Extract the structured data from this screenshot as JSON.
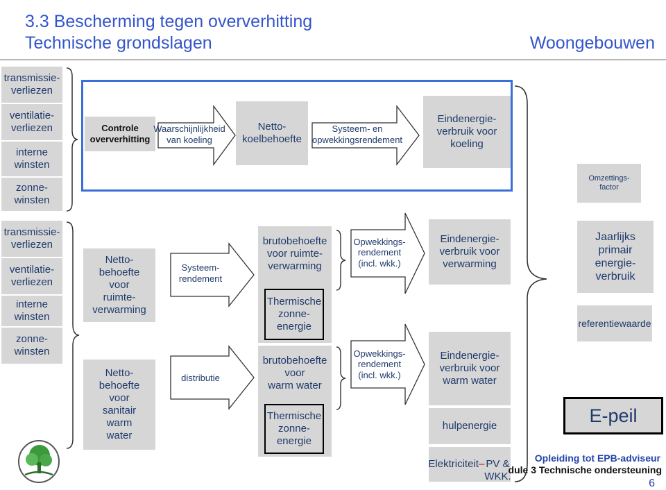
{
  "header": {
    "title_line1": "3.3  Bescherming tegen oververhitting",
    "title_line2": "Technische grondslagen",
    "subtitle": "Woongebouwen"
  },
  "top_section": {
    "inputs": [
      "transmissie-\nverliezen",
      "ventilatie-\nverliezen",
      "interne\nwinsten",
      "zonne-\nwinsten"
    ],
    "control": "Controle\noververhitting",
    "probability_arrow": "Waarschijnlijkheid\nvan koeling",
    "net_cooling": "Netto-\nkoelbehoefte",
    "system_arrow": "Systeem- en\nopwekkingsrendement",
    "final_energy_cooling": "Eindenergie-\nverbruik voor\nkoeling",
    "conversion_factor": "Omzettings-\nfactor"
  },
  "bottom_section": {
    "inputs": [
      "transmissie-\nverliezen",
      "ventilatie-\nverliezen",
      "interne\nwinsten",
      "zonne-\nwinsten"
    ],
    "net_heating": "Netto-\nbehoefte\nvoor\nruimte-\nverwarming",
    "net_hot_water": "Netto-\nbehoefte\nvoor\nsanitair\nwarm\nwater",
    "system_efficiency_arrow": "Systeem-\nrendement",
    "distribution_arrow": "distributie",
    "gross_heating": "brutobehoefte\nvoor ruimte-\nverwarming",
    "solar_thermal_1": "Thermische\nzonne-\nenergie",
    "gross_hot_water": "brutobehoefte\nvoor\nwarm water",
    "solar_thermal_2": "Thermische\nzonne-\nenergie",
    "generation_arrow_1": "Opwekkings-\nrendement\n(incl. wkk.)",
    "generation_arrow_2": "Opwekkings-\nrendement\n(incl. wkk.)",
    "final_energy_heating": "Eindenergie-\nverbruik voor\nverwarming",
    "final_energy_hot_water": "Eindenergie-\nverbruik voor\nwarm water",
    "auxiliary_energy": "hulpenergie",
    "electricity": "Elektriciteit –\nPV & WKK.",
    "primary_energy": "Jaarlijks\nprimair\nenergie-\nverbruik",
    "reference_value": "referentiewaarde",
    "e_level": "E-peil"
  },
  "footer": {
    "line1": "Opleiding tot EPB-adviseur",
    "line2": "dule 3  Technische ondersteuning",
    "page": "6"
  },
  "colors": {
    "box_grey": "#d6d6d6",
    "frame_blue": "#3a6fd8",
    "title_blue": "#3355cc",
    "text_navy": "#1f3a6b",
    "electricity_dash": "#cc0000"
  }
}
